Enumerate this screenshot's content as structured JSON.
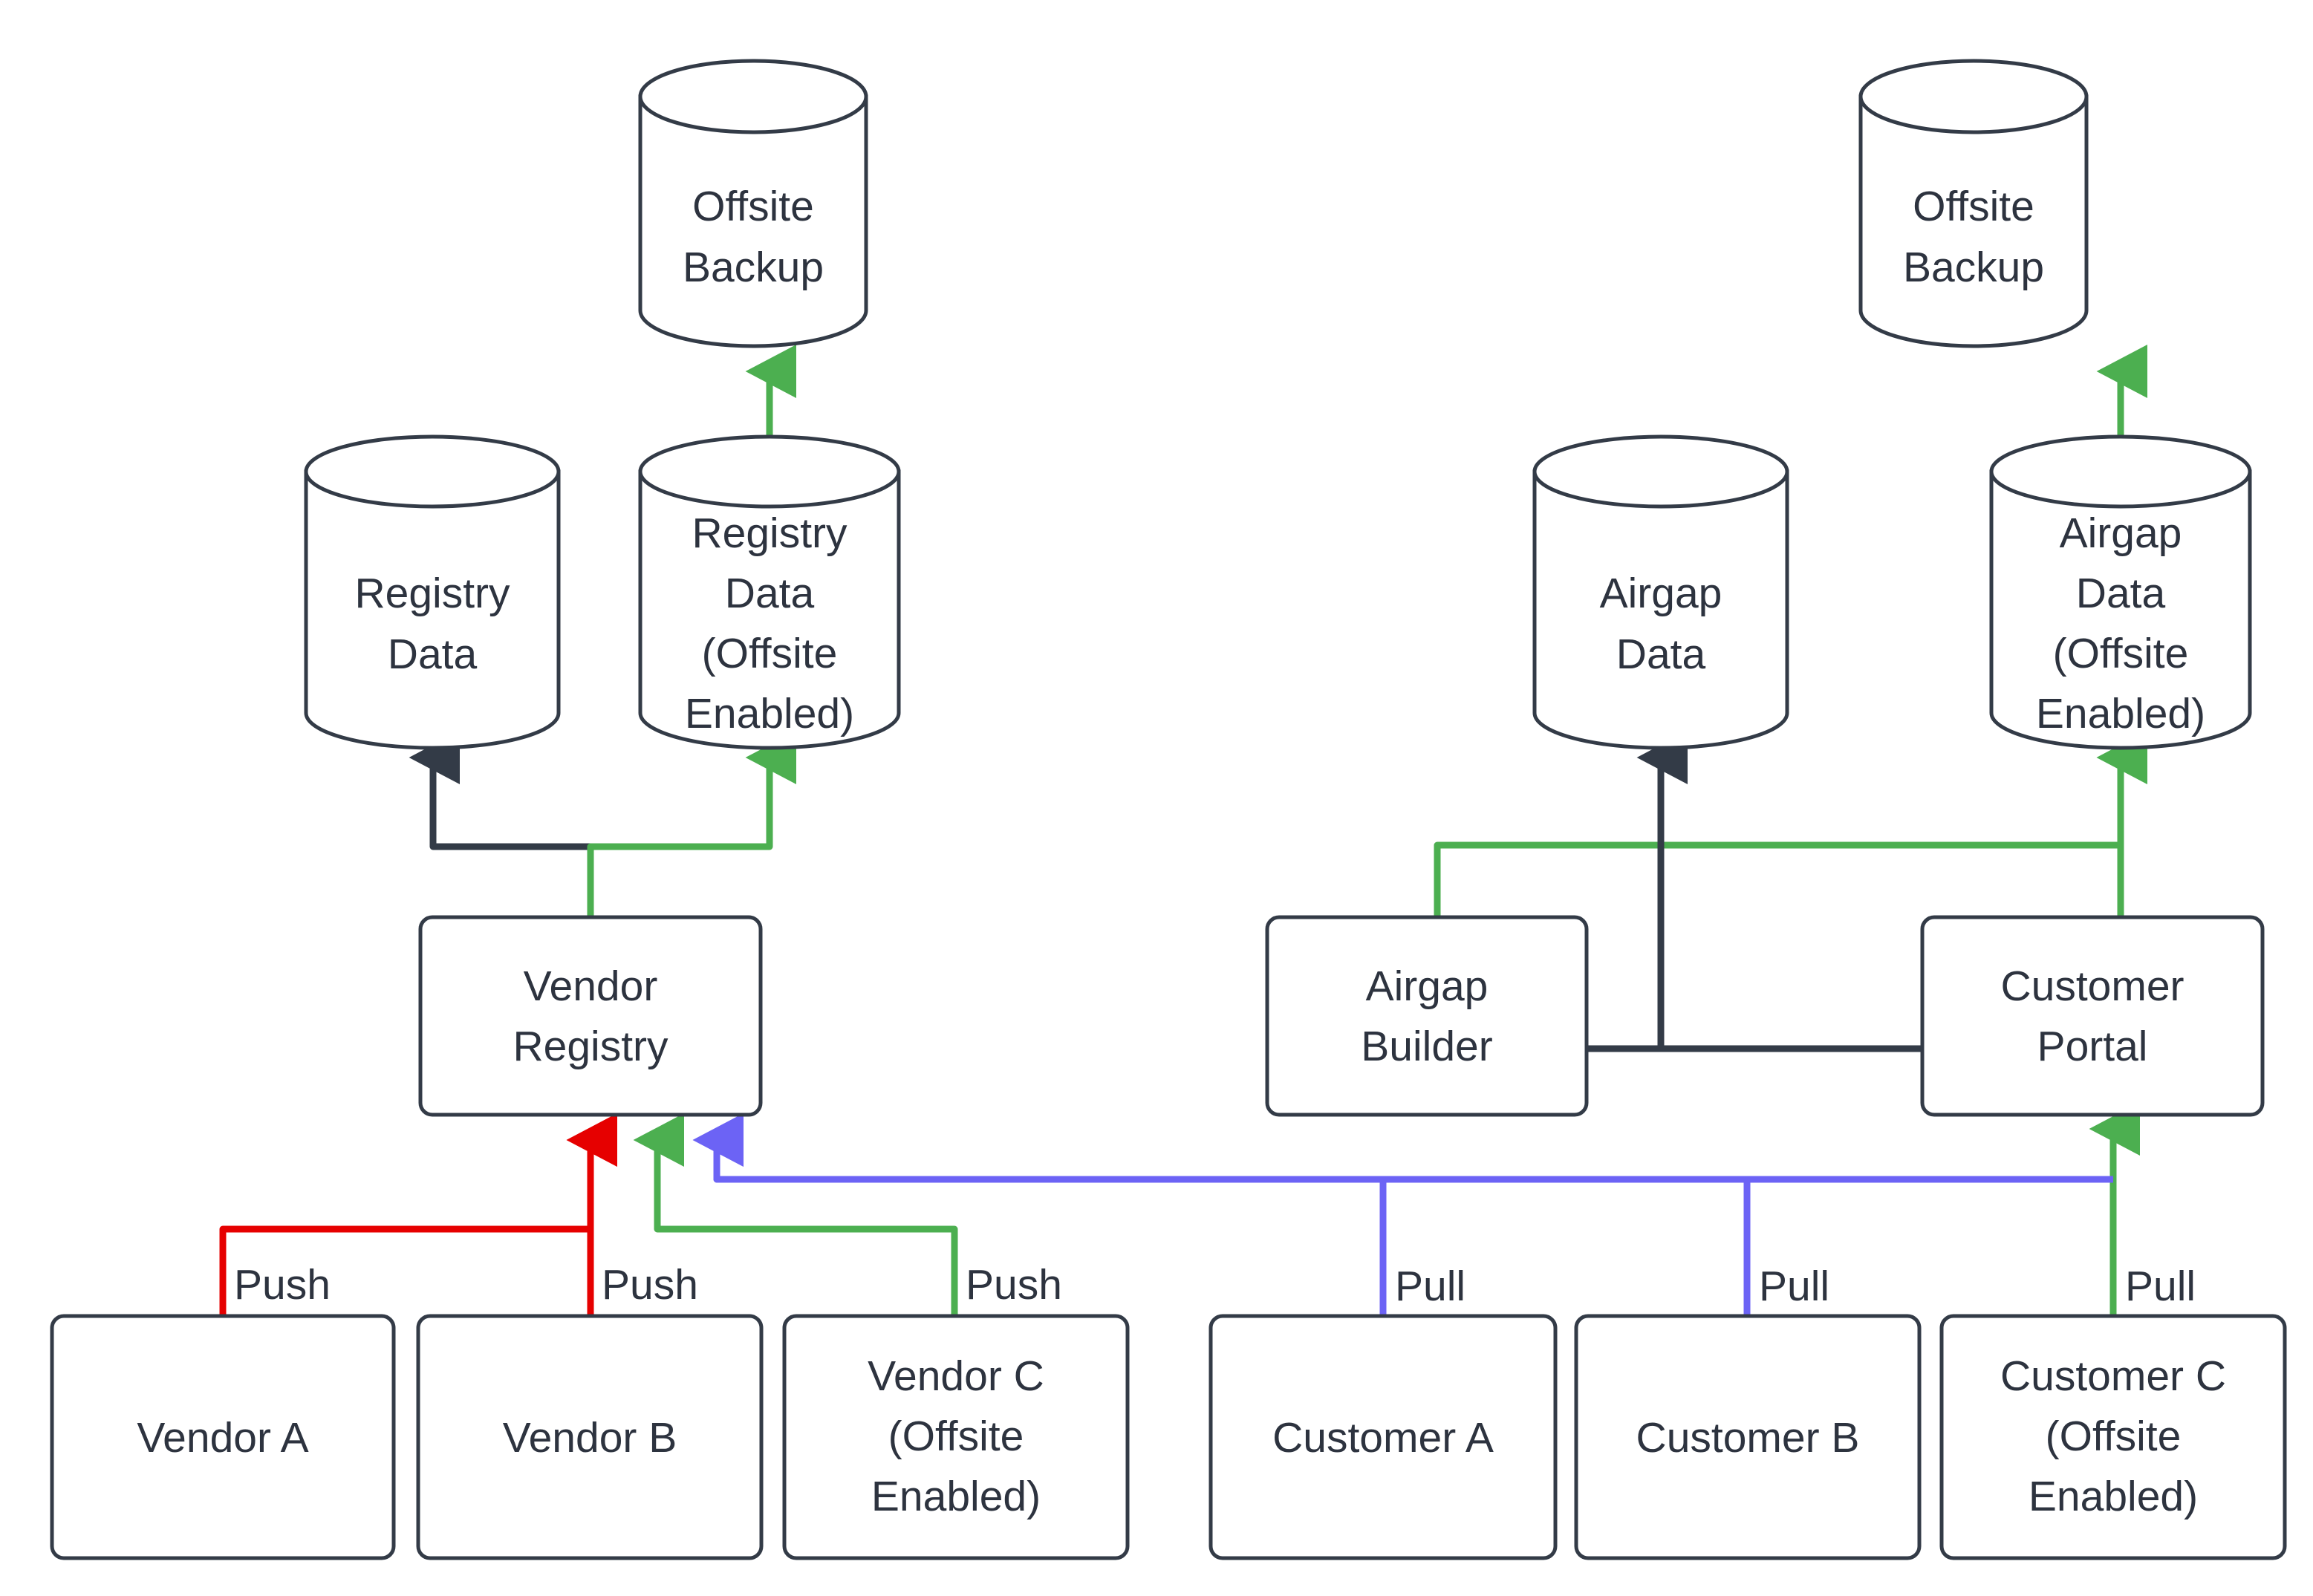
{
  "diagram": {
    "type": "flowchart",
    "background": "#ffffff",
    "colors": {
      "node_stroke": "#333b47",
      "node_fill": "#ffffff",
      "text": "#2d333f",
      "edge_dark": "#333b47",
      "edge_green": "#4caf50",
      "edge_red": "#e60000",
      "edge_purple": "#6c63f5"
    },
    "nodes": {
      "offsite_backup_left": {
        "label_line1": "Offsite",
        "label_line2": "Backup",
        "shape": "cylinder"
      },
      "offsite_backup_right": {
        "label_line1": "Offsite",
        "label_line2": "Backup",
        "shape": "cylinder"
      },
      "registry_data": {
        "label_line1": "Registry",
        "label_line2": "Data",
        "shape": "cylinder"
      },
      "registry_data_offsite": {
        "label_line1": "Registry",
        "label_line2": "Data",
        "label_line3": "(Offsite",
        "label_line4": "Enabled)",
        "shape": "cylinder"
      },
      "airgap_data": {
        "label_line1": "Airgap",
        "label_line2": "Data",
        "shape": "cylinder"
      },
      "airgap_data_offsite": {
        "label_line1": "Airgap",
        "label_line2": "Data",
        "label_line3": "(Offsite",
        "label_line4": "Enabled)",
        "shape": "cylinder"
      },
      "vendor_registry": {
        "label_line1": "Vendor",
        "label_line2": "Registry",
        "shape": "rect"
      },
      "airgap_builder": {
        "label_line1": "Airgap",
        "label_line2": "Builder",
        "shape": "rect"
      },
      "customer_portal": {
        "label_line1": "Customer",
        "label_line2": "Portal",
        "shape": "rect"
      },
      "vendor_a": {
        "label_line1": "Vendor A",
        "shape": "rect"
      },
      "vendor_b": {
        "label_line1": "Vendor B",
        "shape": "rect"
      },
      "vendor_c": {
        "label_line1": "Vendor C",
        "label_line2": "(Offsite",
        "label_line3": "Enabled)",
        "shape": "rect"
      },
      "customer_a": {
        "label_line1": "Customer A",
        "shape": "rect"
      },
      "customer_b": {
        "label_line1": "Customer B",
        "shape": "rect"
      },
      "customer_c": {
        "label_line1": "Customer C",
        "label_line2": "(Offsite",
        "label_line3": "Enabled)",
        "shape": "rect"
      }
    },
    "edge_labels": {
      "push_a": "Push",
      "push_b": "Push",
      "push_c": "Push",
      "pull_a": "Pull",
      "pull_b": "Pull",
      "pull_c": "Pull"
    }
  }
}
